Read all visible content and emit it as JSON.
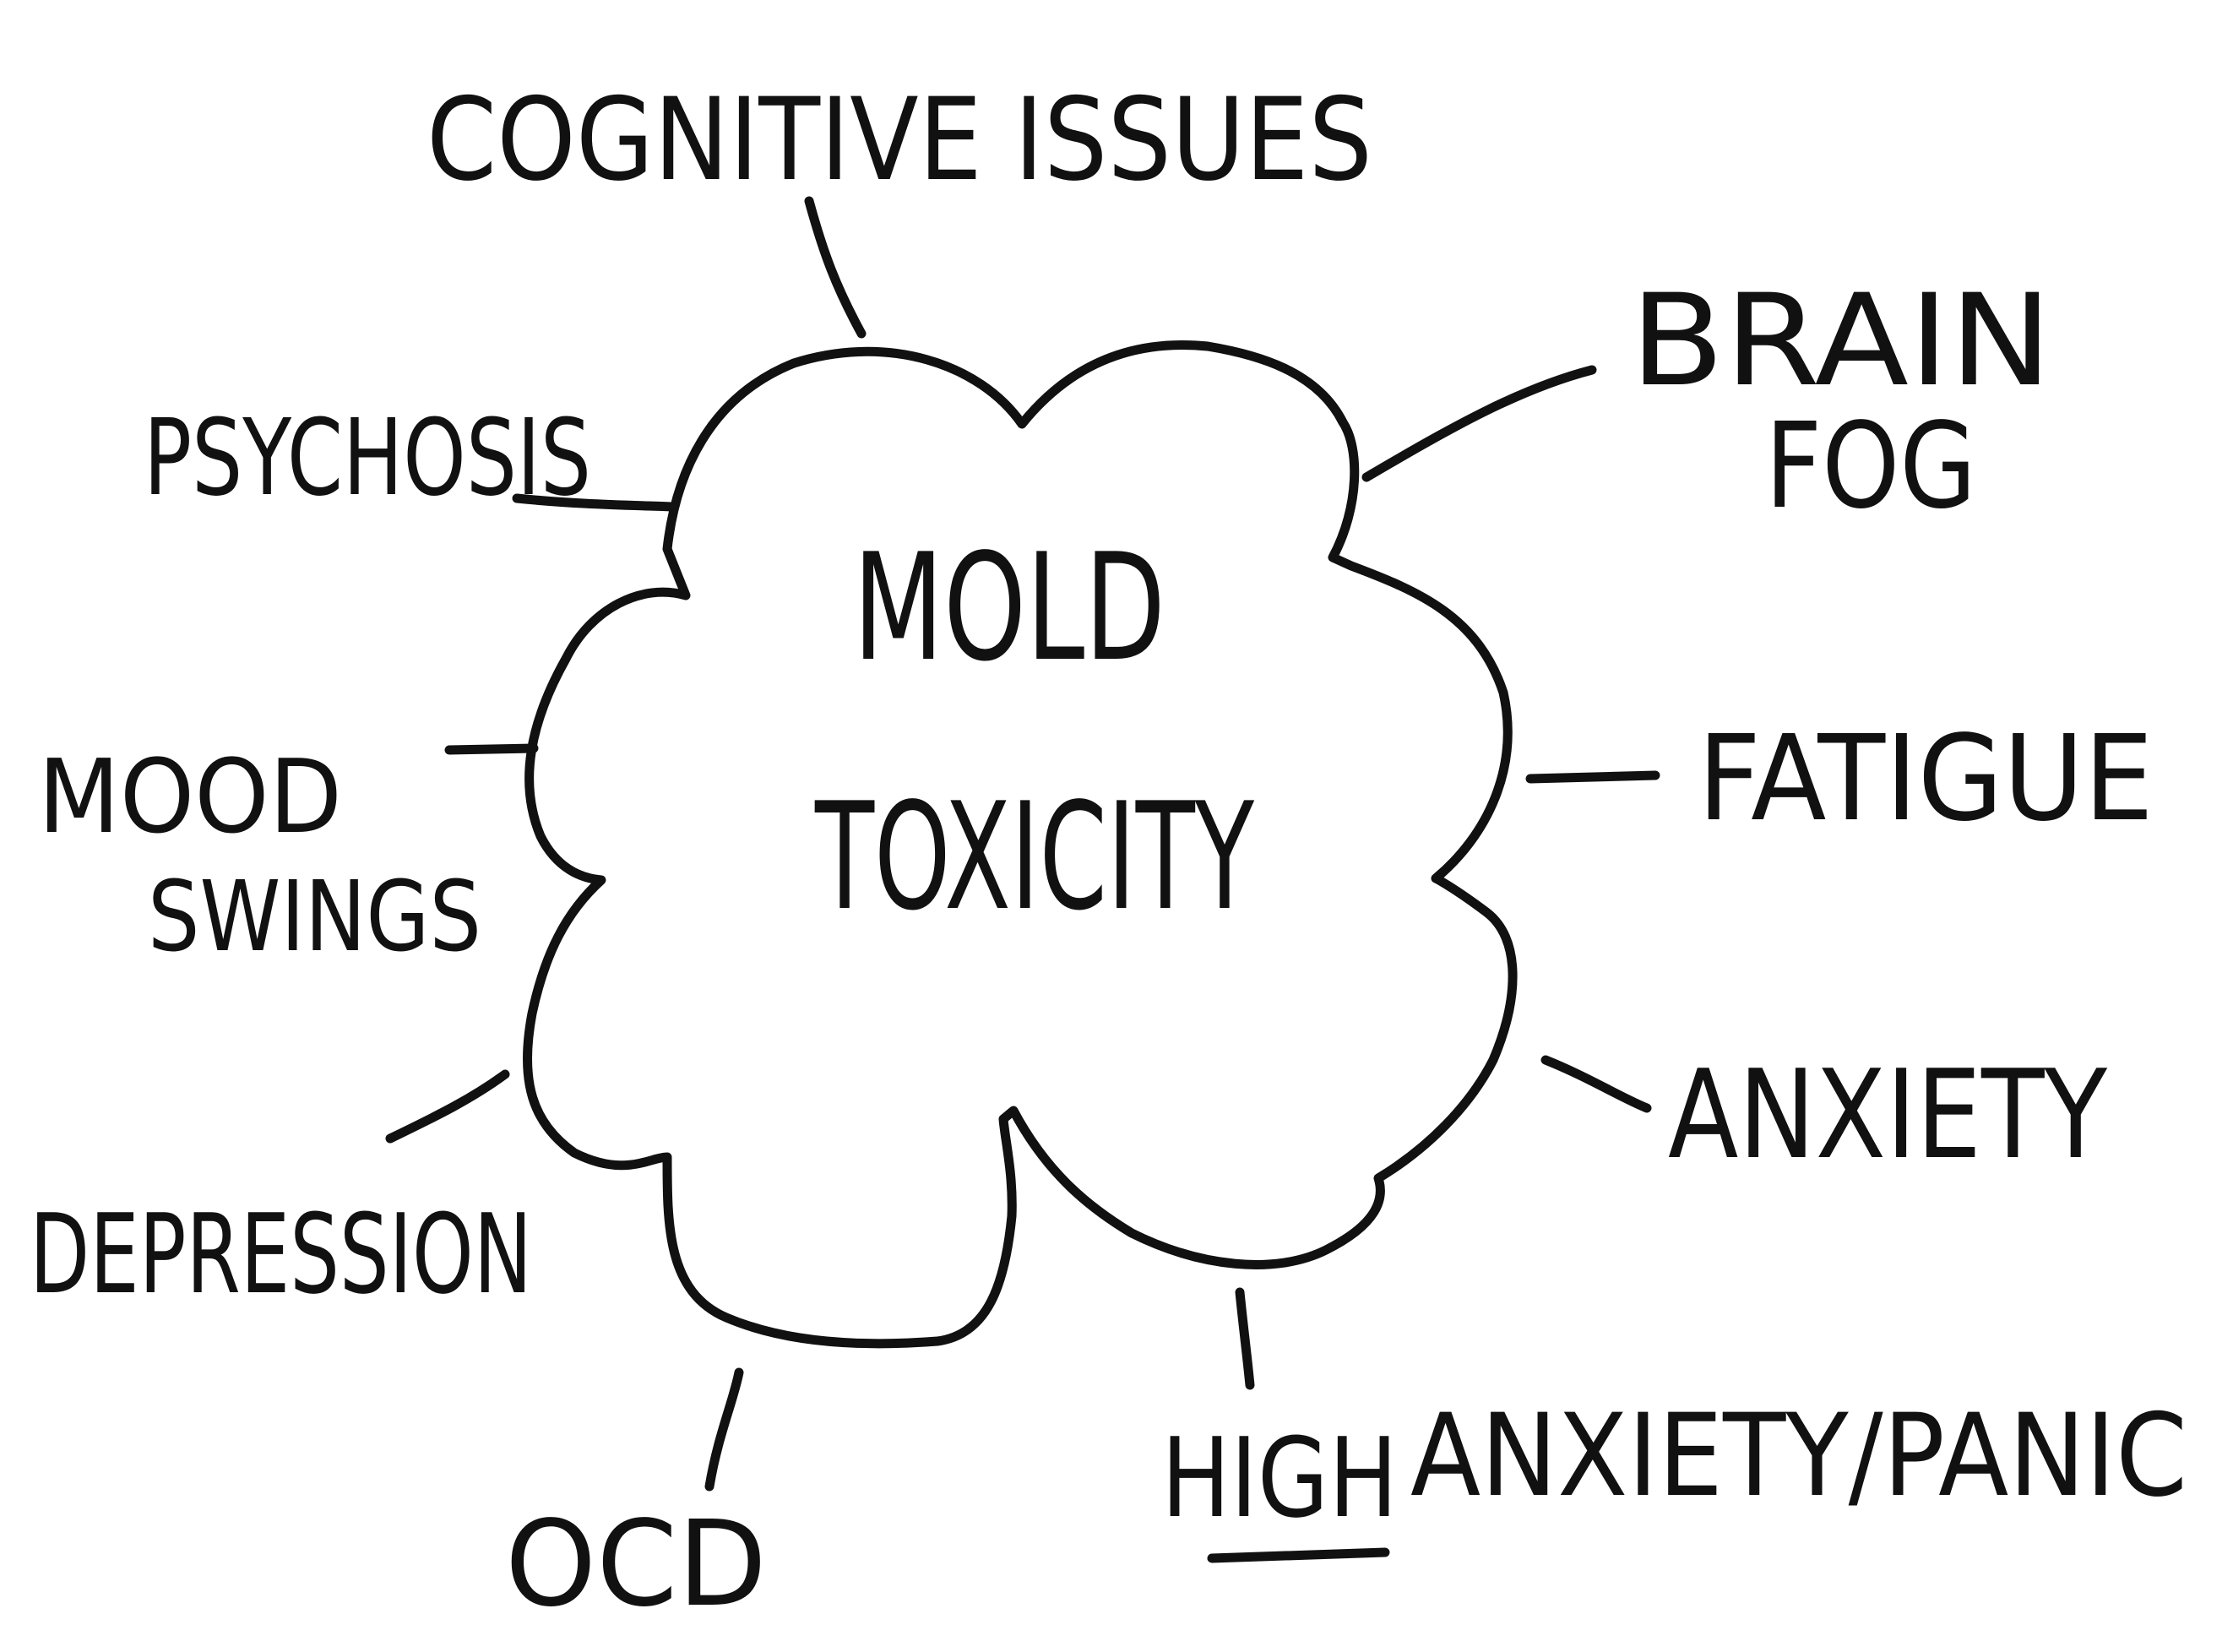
{
  "ink_color": "#111111",
  "background_color": "#ffffff",
  "center": {
    "line1": "MOLD",
    "line2": "TOXICITY"
  },
  "symptoms": {
    "cognitive": "COGNITIVE ISSUES",
    "psychosis": "PSYCHOSIS",
    "mood_line1": "MOOD",
    "mood_line2": "SWINGS",
    "depression": "DEPRESSION",
    "ocd": "OCD",
    "brain_line1": "BRAIN",
    "brain_line2": "FOG",
    "fatigue": "FATIGUE",
    "anxiety": "ANXIETY",
    "high": "HIGH",
    "high_rest": "ANXIETY/PANIC"
  }
}
